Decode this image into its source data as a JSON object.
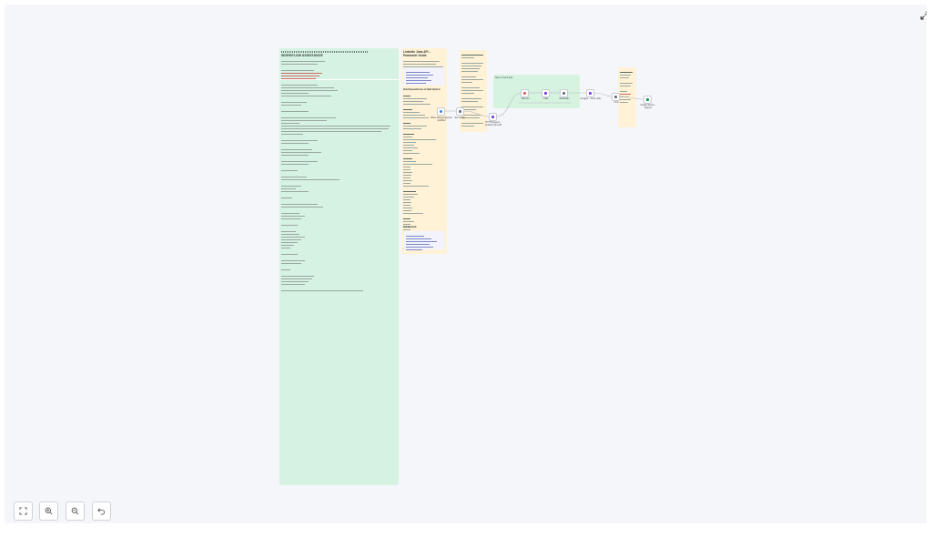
{
  "canvas": {
    "notes": {
      "left_note": {
        "title": "WORKFLOW ASSISTANCE"
      },
      "params_note": {
        "title": "LinkedIn Jobs API – Parameter Guide",
        "section_2": "Field Dependencies & Valid Options",
        "section_3": "Full Example"
      },
      "group_label": "Step 2: Fetch jobs"
    },
    "nodes": [
      {
        "id": "trigger",
        "label": "When clicking 'Execute workflow'",
        "color": "#3b82f6"
      },
      {
        "id": "config",
        "label": "Set Config",
        "color": "#6b7280"
      },
      {
        "id": "fetch",
        "label": "HTTP Request – LinkedIn Jobs API",
        "color": "#7c3aed"
      },
      {
        "id": "split",
        "label": "Split Out",
        "color": "#e05252"
      },
      {
        "id": "filter",
        "label": "Filter",
        "color": "#7c3aed"
      },
      {
        "id": "edit",
        "label": "Edit Fields",
        "color": "#6b7280"
      },
      {
        "id": "ai",
        "label": "AI Agent – Score Jobs",
        "color": "#7c3aed"
      },
      {
        "id": "limit",
        "label": "Limit",
        "color": "#6b7280"
      },
      {
        "id": "sheets",
        "label": "Google Sheets – Append",
        "color": "#16a34a"
      }
    ],
    "colors": {
      "canvas_bg": "#f5f6fa",
      "note_green": "#d6f2e2",
      "note_yellow": "#fff2d6"
    }
  },
  "controls": {
    "zoom_to_fit": "fit-view-icon",
    "zoom_in": "zoom-in-icon",
    "zoom_out": "zoom-out-icon",
    "undo": "undo-icon",
    "fullscreen": "expand-icon"
  }
}
